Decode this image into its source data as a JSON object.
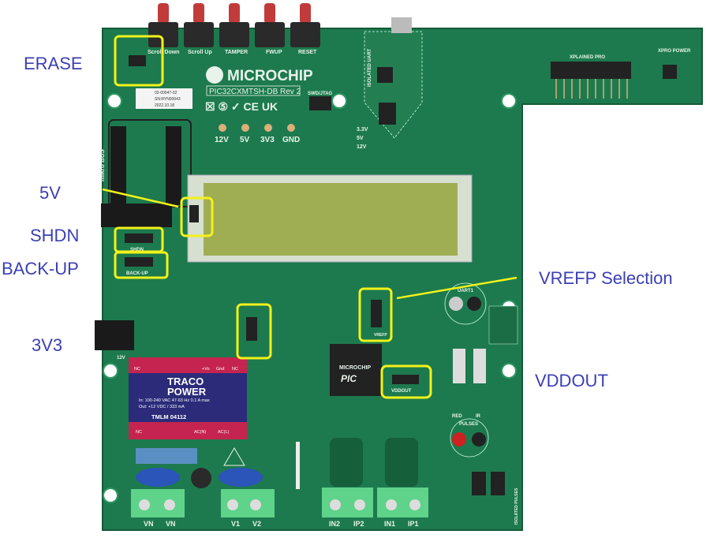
{
  "callouts": {
    "erase": "ERASE",
    "v5": "5V",
    "shdn": "SHDN",
    "backup": "BACK-UP",
    "v3v3": "3V3",
    "vrefp": "VREFP Selection",
    "vddout": "VDDOUT"
  },
  "board": {
    "buttons": [
      "Scroll Down",
      "Scroll Up",
      "TAMPER",
      "FWUP",
      "RESET"
    ],
    "brand": "MICROCHIP",
    "model": "PIC32CXMTSH-DB Rev 2",
    "sticker": [
      "02-00047-02",
      "SN:RYN00043",
      "2022.10.18"
    ],
    "swd": "SWD/JTAG",
    "isolated_uart": "ISOLATED UART",
    "xplained": "XPLAINED PRO",
    "xpro_power": "XPRO POWER",
    "test_points": [
      "12V",
      "5V",
      "3V3",
      "GND"
    ],
    "leds": [
      "3.3V",
      "5V",
      "12V"
    ],
    "mikrobus": "mikro BUS",
    "jumper_labels": {
      "shdn": "SHDN",
      "backup": "BACK-UP",
      "vddout": "VDDOUT",
      "vrefp": "VREFP"
    },
    "uart1": "UART1",
    "pulses": "PULSES",
    "red": "RED",
    "ir": "IR",
    "isolated_pulses": "ISOLATED PULSES",
    "mcu_brand": "MICROCHIP",
    "mcu": "PIC",
    "psu": {
      "pins_top": [
        "NC",
        "+Vo",
        "Gnd",
        "NC"
      ],
      "brand1": "TRACO",
      "brand2": "POWER",
      "in": "In:  100-240 VAC 47-63 Hz 0.1 A max",
      "out": "Out: +12 VDC / 333 mA",
      "model": "TMLM 04112",
      "pins_bottom": [
        "NC",
        "AC(N)",
        "AC(L)"
      ]
    },
    "terminals": [
      "VN",
      "VN",
      "V1",
      "V2",
      "IN2",
      "IP2",
      "IN1",
      "IP1"
    ],
    "dc_jack": "12V"
  },
  "colors": {
    "pcb": "#1d7a4e",
    "highlight": "#f2f21a",
    "callout": "#3b3fb3"
  }
}
